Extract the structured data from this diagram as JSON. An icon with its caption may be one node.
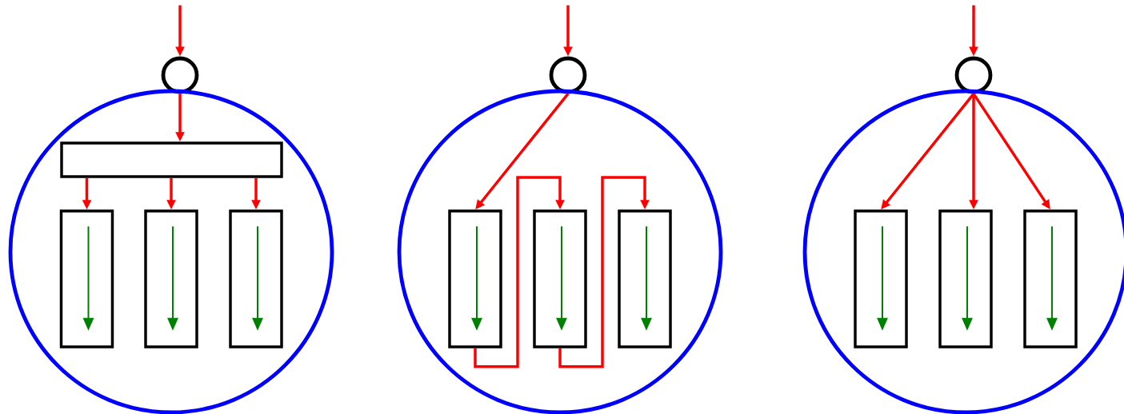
{
  "diagram": {
    "nodes": [
      {
        "text": [],
        "shape": "circle"
      },
      {
        "text": [],
        "shape": "circle"
      },
      {
        "text": [],
        "shape": "box",
        "in": 1
      },
      {
        "text": [],
        "shape": "box",
        "in": 1
      },
      {
        "text": [],
        "shape": "box",
        "in": 1
      },
      {
        "text": [],
        "shape": "box",
        "in": 1
      },
      {
        "text": [],
        "shape": "circle"
      },
      {
        "text": [],
        "shape": "circle"
      },
      {
        "text": [],
        "shape": "box",
        "in": 7
      },
      {
        "text": [],
        "shape": "box",
        "in": 7
      },
      {
        "text": [],
        "shape": "box",
        "in": 7
      },
      {
        "text": [],
        "shape": "circle"
      },
      {
        "text": [],
        "shape": "circle"
      },
      {
        "text": [],
        "shape": "box",
        "in": 12
      },
      {
        "text": [],
        "shape": "box",
        "in": 12
      },
      {
        "text": [],
        "shape": "box",
        "in": 12
      }
    ],
    "edges": [
      {
        "from": null,
        "to": 0,
        "arrow": "to"
      },
      {
        "from": 0,
        "to": 2,
        "arrow": "to"
      },
      {
        "from": 2,
        "to": 3,
        "arrow": "to"
      },
      {
        "from": 2,
        "to": 4,
        "arrow": "to"
      },
      {
        "from": 2,
        "to": 5,
        "arrow": "to"
      },
      {
        "from": null,
        "to": 6,
        "arrow": "to"
      },
      {
        "from": 6,
        "to": 8,
        "arrow": "to"
      },
      {
        "from": 8,
        "to": 9,
        "arrow": "to"
      },
      {
        "from": 9,
        "to": 10,
        "arrow": "to"
      },
      {
        "from": null,
        "to": 11,
        "arrow": "to"
      },
      {
        "from": 11,
        "to": 13,
        "arrow": "to"
      },
      {
        "from": 11,
        "to": 14,
        "arrow": "to"
      },
      {
        "from": 11,
        "to": 15,
        "arrow": "to"
      }
    ]
  }
}
